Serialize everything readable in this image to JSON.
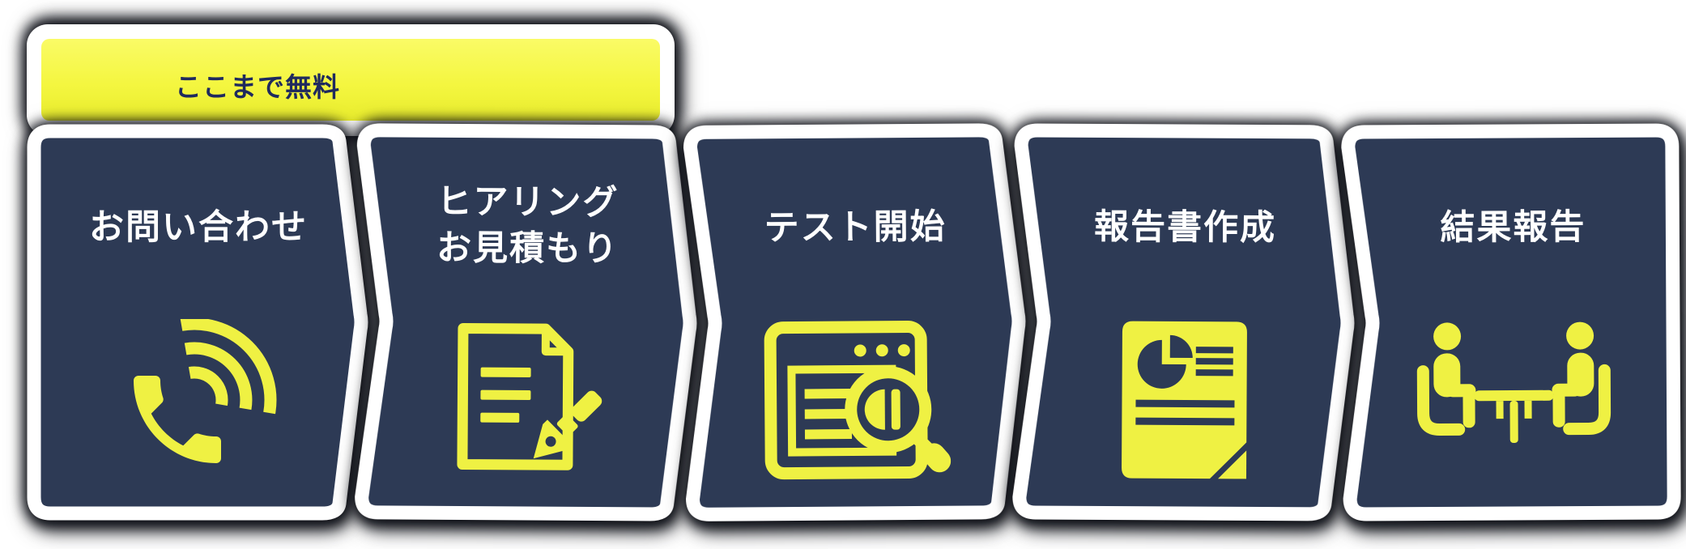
{
  "banner": {
    "label": "ここまで無料"
  },
  "steps": [
    {
      "name": "inquiry",
      "lines": [
        "お問い合わせ"
      ],
      "icon": "phone-call-icon"
    },
    {
      "name": "hearing-estimate",
      "lines": [
        "ヒアリング",
        "お見積もり"
      ],
      "icon": "document-pen-icon"
    },
    {
      "name": "test-start",
      "lines": [
        "テスト開始"
      ],
      "icon": "browser-search-icon"
    },
    {
      "name": "report-writing",
      "lines": [
        "報告書作成"
      ],
      "icon": "report-chart-icon"
    },
    {
      "name": "result-report",
      "lines": [
        "結果報告"
      ],
      "icon": "meeting-icon"
    }
  ],
  "colors": {
    "card_navy": "#2d3a55",
    "icon_yellow": "#eff143",
    "banner_yellow": "#f5f649",
    "banner_text": "#1f2a5e",
    "card_text": "#ffffff",
    "border_white": "#ffffff"
  }
}
